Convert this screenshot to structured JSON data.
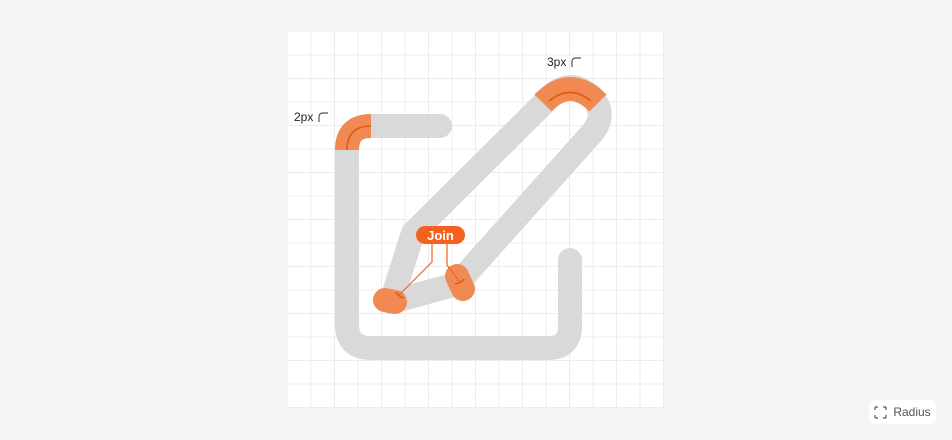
{
  "labels": {
    "outer_radius": "2px",
    "pen_radius": "3px",
    "join": "Join"
  },
  "controls": {
    "radius_button": "Radius"
  },
  "icons": {
    "corner_radius": "corner-radius-icon",
    "radius_button": "corner-frame-icon"
  },
  "colors": {
    "background": "#f4f4f4",
    "board": "#ffffff",
    "grid": "#ececec",
    "stroke": "#d9d9d9",
    "accent": "#f4621e",
    "accent_light": "#f08a52"
  }
}
